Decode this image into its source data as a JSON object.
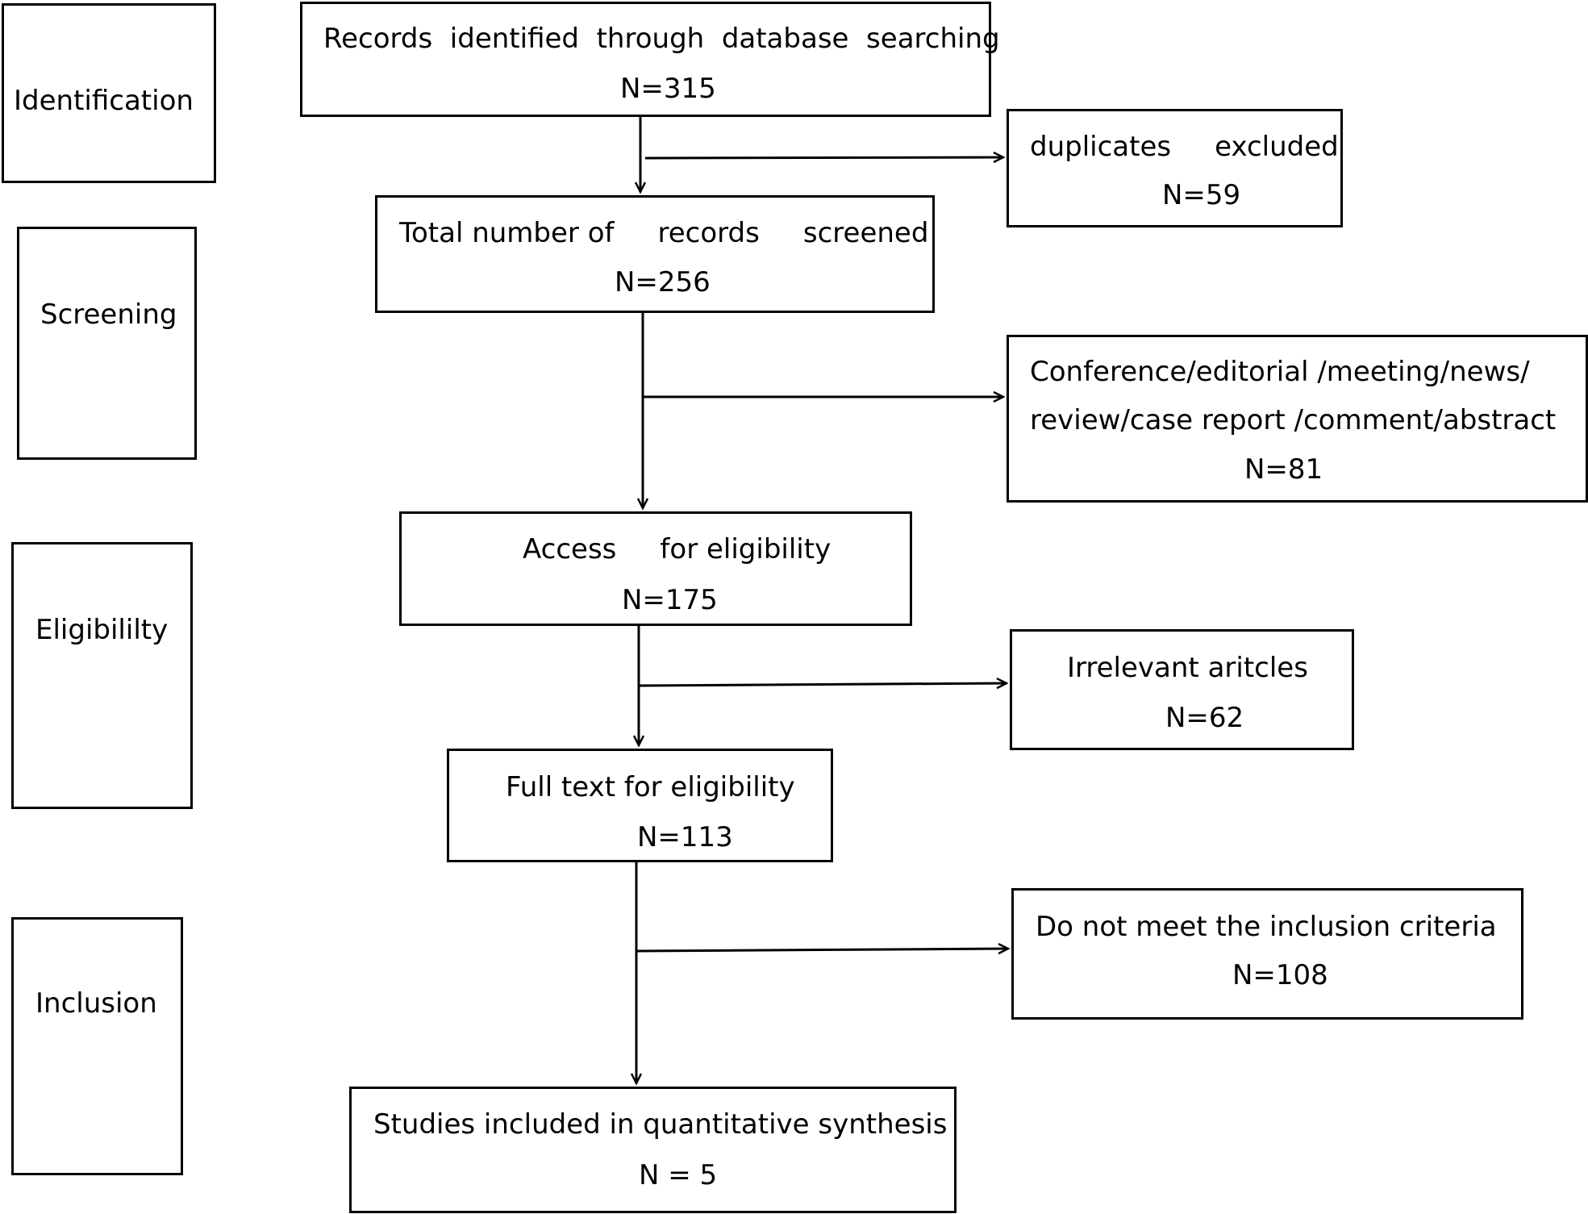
{
  "stages": {
    "identification": "Identification",
    "screening": "Screening",
    "eligibility": "Eligibililty",
    "inclusion": "Inclusion"
  },
  "flow": {
    "records_identified": {
      "label": "Records  identified  through  database  searching",
      "count": "N=315"
    },
    "records_screened": {
      "label": "Total number of     records     screened",
      "count": "N=256"
    },
    "access_eligibility": {
      "label": "Access     for eligibility",
      "count": "N=175"
    },
    "full_text": {
      "label": "Full text for eligibility",
      "count": "N=113"
    },
    "studies_included": {
      "label": "Studies included in quantitative synthesis",
      "count": "N = 5"
    }
  },
  "excluded": {
    "duplicates": {
      "label": "duplicates     excluded",
      "count": "N=59"
    },
    "publication_types": {
      "line1": "Conference/editorial /meeting/news/",
      "line2": "review/case report /comment/abstract",
      "count": "N=81"
    },
    "irrelevant": {
      "label": "Irrelevant aritcles",
      "count": "N=62"
    },
    "criteria": {
      "label": "Do not meet the inclusion criteria",
      "count": "N=108"
    }
  }
}
